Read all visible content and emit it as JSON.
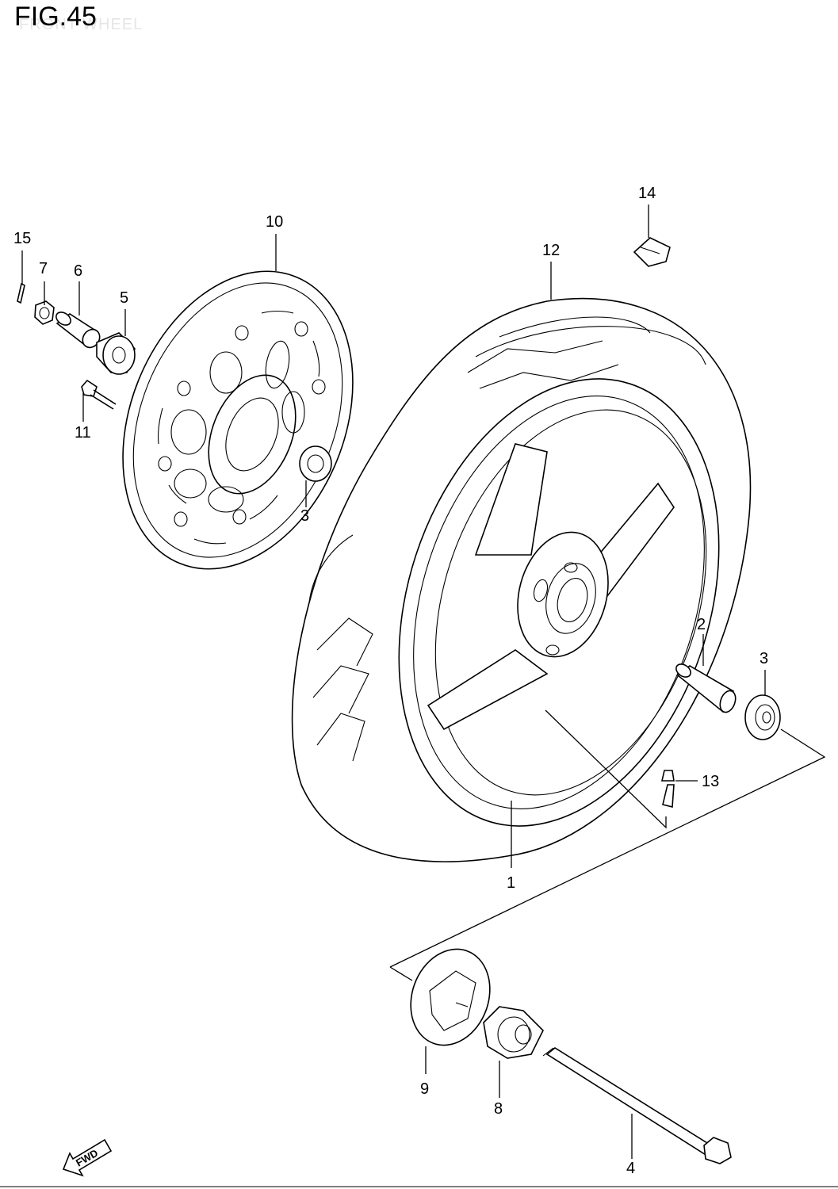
{
  "figure": {
    "title": "FIG.45",
    "subtitle": "FRONT WHEEL"
  },
  "callouts": {
    "c1": "1",
    "c2": "2",
    "c3a": "3",
    "c3b": "3",
    "c4": "4",
    "c5": "5",
    "c6": "6",
    "c7": "7",
    "c8": "8",
    "c9": "9",
    "c10": "10",
    "c11": "11",
    "c12": "12",
    "c13": "13",
    "c14": "14",
    "c15": "15"
  },
  "direction_marker": {
    "label": "FWD",
    "icon": "forward-arrow-icon"
  }
}
